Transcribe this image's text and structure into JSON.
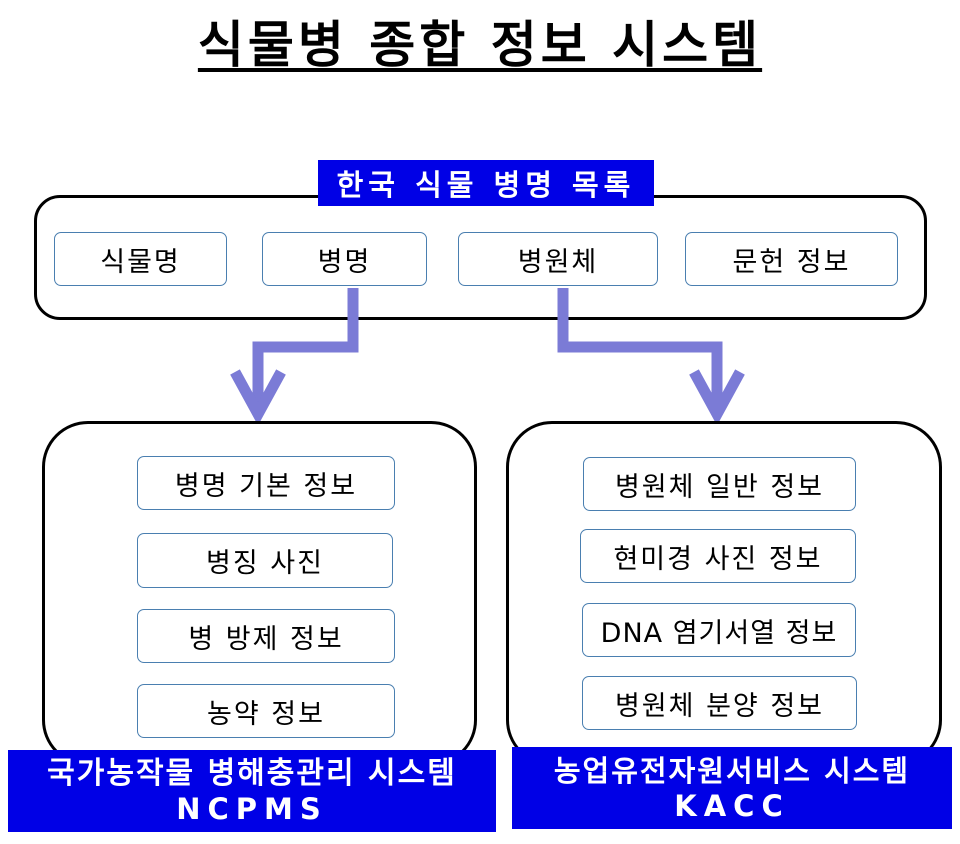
{
  "title": "식물병 종합 정보 시스템",
  "top_section": {
    "label": "한국 식물 병명 목록",
    "items": [
      "식물명",
      "병명",
      "병원체",
      "문헌 정보"
    ]
  },
  "left_section": {
    "items": [
      "병명 기본 정보",
      "병징 사진",
      "병 방제 정보",
      "농약 정보"
    ],
    "label_line1": "국가농작물 병해충관리 시스템",
    "label_line2": "NCPMS"
  },
  "right_section": {
    "items": [
      "병원체 일반 정보",
      "현미경 사진 정보",
      "DNA 염기서열 정보",
      "병원체 분양 정보"
    ],
    "label_line1": "농업유전자원서비스 시스템",
    "label_line2": "KACC"
  },
  "colors": {
    "label_bg": "#0000e6",
    "arrow": "#7b7bd6",
    "item_border": "#4a7fb0"
  }
}
